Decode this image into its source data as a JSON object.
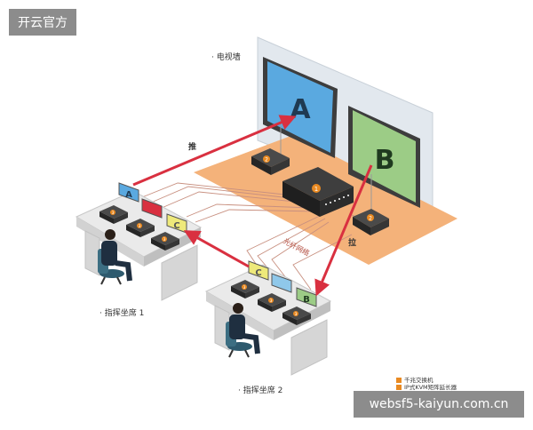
{
  "brand_label": "开云官方",
  "watermark_url": "websf5-kaiyun.com.cn",
  "labels": {
    "video_wall": "电视墙",
    "push": "推",
    "pull": "拉",
    "fiber_network": "光纤网络",
    "seat_1": "指挥坐席 1",
    "seat_2": "指挥坐席 2"
  },
  "screens": {
    "a": "A",
    "b": "B"
  },
  "monitor_letters": {
    "a": "A",
    "c": "C",
    "b": "B"
  },
  "device_numbers": {
    "switch": "1",
    "wall": "2",
    "seat": "3"
  },
  "legend": {
    "items": [
      {
        "number": "1",
        "label": "千兆交换机"
      },
      {
        "number": "2",
        "label": "IP式KVM矩阵延长器"
      }
    ]
  },
  "colors": {
    "screen_a": "#5aa9e0",
    "screen_b": "#9ccc86",
    "platform": "#f4b27a",
    "arrow": "#d93040",
    "device_badge": "#e98a22"
  }
}
